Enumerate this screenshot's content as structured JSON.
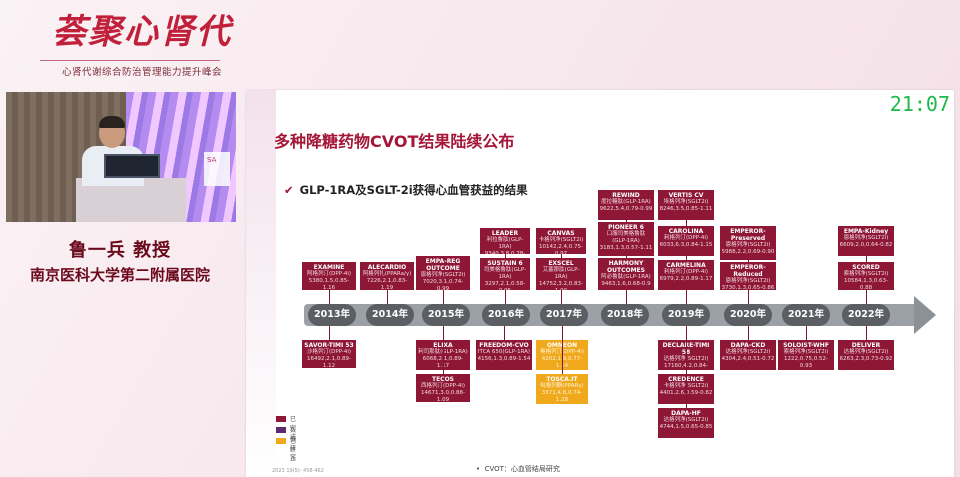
{
  "banner": {
    "title": "荟聚心肾代",
    "subtitle": "心肾代谢综合防治管理能力提升峰会"
  },
  "speaker": {
    "name": "鲁一兵 教授",
    "org": "南京医科大学第二附属医院",
    "sign_text": "SA"
  },
  "clock": "21:07",
  "slide": {
    "title": "多种降糖药物CVOT结果陆续公布",
    "subtitle": "GLP-1RA及SGLT-2i获得心血管获益的结果",
    "footnote": "CVOT：心血管结局研究",
    "citation": "2023 19(5): 458-462",
    "years": [
      "2013年",
      "2014年",
      "2015年",
      "2016年",
      "2017年",
      "2018年",
      "2019年",
      "2020年",
      "2021年",
      "2022年"
    ],
    "legend": [
      {
        "label": "已完成",
        "color": "#8e1736"
      },
      {
        "label": "数据研究",
        "color": "#5a2a6a"
      },
      {
        "label": "已终止",
        "color": "#f0a81c"
      }
    ],
    "trials": [
      {
        "id": "examine",
        "name": "EXAMINE",
        "detail": "阿格列汀(DPP-4i)\n5380,1.5,0.85-1.16",
        "status": "done"
      },
      {
        "id": "alecardio",
        "name": "ALECARDIO",
        "detail": "阿格列扎(PPARa/γ)\n7226,2.1,0.83-1.19",
        "status": "done"
      },
      {
        "id": "empareg",
        "name": "EMPA-REG OUTCOME",
        "detail": "恩格列净(SGLT2i)\n7020,3.1,0.74-0.99",
        "status": "done"
      },
      {
        "id": "leader",
        "name": "LEADER",
        "detail": "利拉鲁肽(GLP-1RA)\n9340,3.8,0.78-0.97",
        "status": "done"
      },
      {
        "id": "sustain6",
        "name": "SUSTAIN 6",
        "detail": "司美格鲁肽(GLP-1RA)\n3297,2.1,0.58-0.95",
        "status": "done"
      },
      {
        "id": "canvas",
        "name": "CANVAS",
        "detail": "卡格列净(SGLT2i)\n10142,2.4,0.75-0.97",
        "status": "done"
      },
      {
        "id": "exscel",
        "name": "EXSCEL",
        "detail": "艾塞那肽(GLP-1RA)\n14752,3.2,0.83-1.00",
        "status": "done"
      },
      {
        "id": "rewind",
        "name": "REWIND",
        "detail": "度拉糖肽(GLP-1RA)\n9622,5.4,0.79-0.99",
        "status": "done"
      },
      {
        "id": "pioneer6",
        "name": "PIONEER 6",
        "detail": "口服司美格鲁肽\n(GLP-1RA)\n3183,1.3,0.57-1.11",
        "status": "done"
      },
      {
        "id": "harmony",
        "name": "HARMONY OUTCOMES",
        "detail": "阿必鲁肽(GLP-1RA)\n9463,1.6,0.68-0.9",
        "status": "done"
      },
      {
        "id": "vertiscv",
        "name": "VERTIS CV",
        "detail": "埃格列净(SGLT2i)\n8246,3.5,0.85-1.11",
        "status": "done"
      },
      {
        "id": "carolina",
        "name": "CAROLINA",
        "detail": "利格列汀(DPP-4i)\n6033,6.3,0.84-1.15",
        "status": "done"
      },
      {
        "id": "carmelina",
        "name": "CARMELINA",
        "detail": "利格列汀(DPP-4i)\n6979,2.2,0.89-1.17",
        "status": "done"
      },
      {
        "id": "emperorp",
        "name": "EMPEROR-Preserved",
        "detail": "恩格列净(SGLT2i)\n5988,2.2,0.69-0.90",
        "status": "done"
      },
      {
        "id": "emperorr",
        "name": "EMPEROR-Reduced",
        "detail": "恩格列净(SGLT2i)\n3730,1.3,0.65-0.86",
        "status": "done"
      },
      {
        "id": "empakidney",
        "name": "EMPA-Kidney",
        "detail": "恩格列净(SGLT2i)\n6609,2.0,0.64-0.82",
        "status": "done"
      },
      {
        "id": "scored",
        "name": "SCORED",
        "detail": "索格列净(SGLT2i)\n10584,1.3,0.63-0.88",
        "status": "done"
      },
      {
        "id": "savor",
        "name": "SAVOR-TIMI 53",
        "detail": "沙格列汀(DPP-4i)\n16492,2.1,0.89-1.12",
        "status": "done"
      },
      {
        "id": "elixa",
        "name": "ELIXA",
        "detail": "利司那肽(GLP-1RA)\n6068,2.1,0.89-1.17",
        "status": "done"
      },
      {
        "id": "tecos",
        "name": "TECOS",
        "detail": "西格列汀(DPP-4i)\n14671,3.0,0.88-1.09",
        "status": "done"
      },
      {
        "id": "freedom",
        "name": "FREEDOM-CVO",
        "detail": "ITCA 650(GLP-1RA)\n4156,1.3,0.89-1.54",
        "status": "done"
      },
      {
        "id": "omneon",
        "name": "OMNEON",
        "detail": "奥格列汀(DPP-4i)\n4202,1.9,0.77-1.14",
        "status": "ongoing"
      },
      {
        "id": "tosca",
        "name": "TOSCA.IT",
        "detail": "吡格列酮(PPARγ)\n3371,4.8,0.74-1.28",
        "status": "ongoing"
      },
      {
        "id": "declare",
        "name": "DECLARE-TIMI 58",
        "detail": "达格列净(SGLT2i)\n17160,4.2,0.84-1.03",
        "status": "done"
      },
      {
        "id": "credence",
        "name": "CREDENCE",
        "detail": "卡格列净(SGLT2i)\n4401,2.6,0.59-0.82",
        "status": "done"
      },
      {
        "id": "dapahf",
        "name": "DAPA-HF",
        "detail": "达格列净(SGLT2i)\n4744,1.5,0.65-0.85",
        "status": "done"
      },
      {
        "id": "dapackd",
        "name": "DAPA-CKD",
        "detail": "达格列净(SGLT2i)\n4304,2.4,0.51-0.72",
        "status": "done"
      },
      {
        "id": "soloist",
        "name": "SOLOIST-WHF",
        "detail": "索格列净(SGLT2i)\n1222,0.75,0.52-0.93",
        "status": "done"
      },
      {
        "id": "deliver",
        "name": "DELIVER",
        "detail": "达格列净(SGLT2i)\n6263,2.3,0.73-0.92",
        "status": "done"
      }
    ]
  }
}
